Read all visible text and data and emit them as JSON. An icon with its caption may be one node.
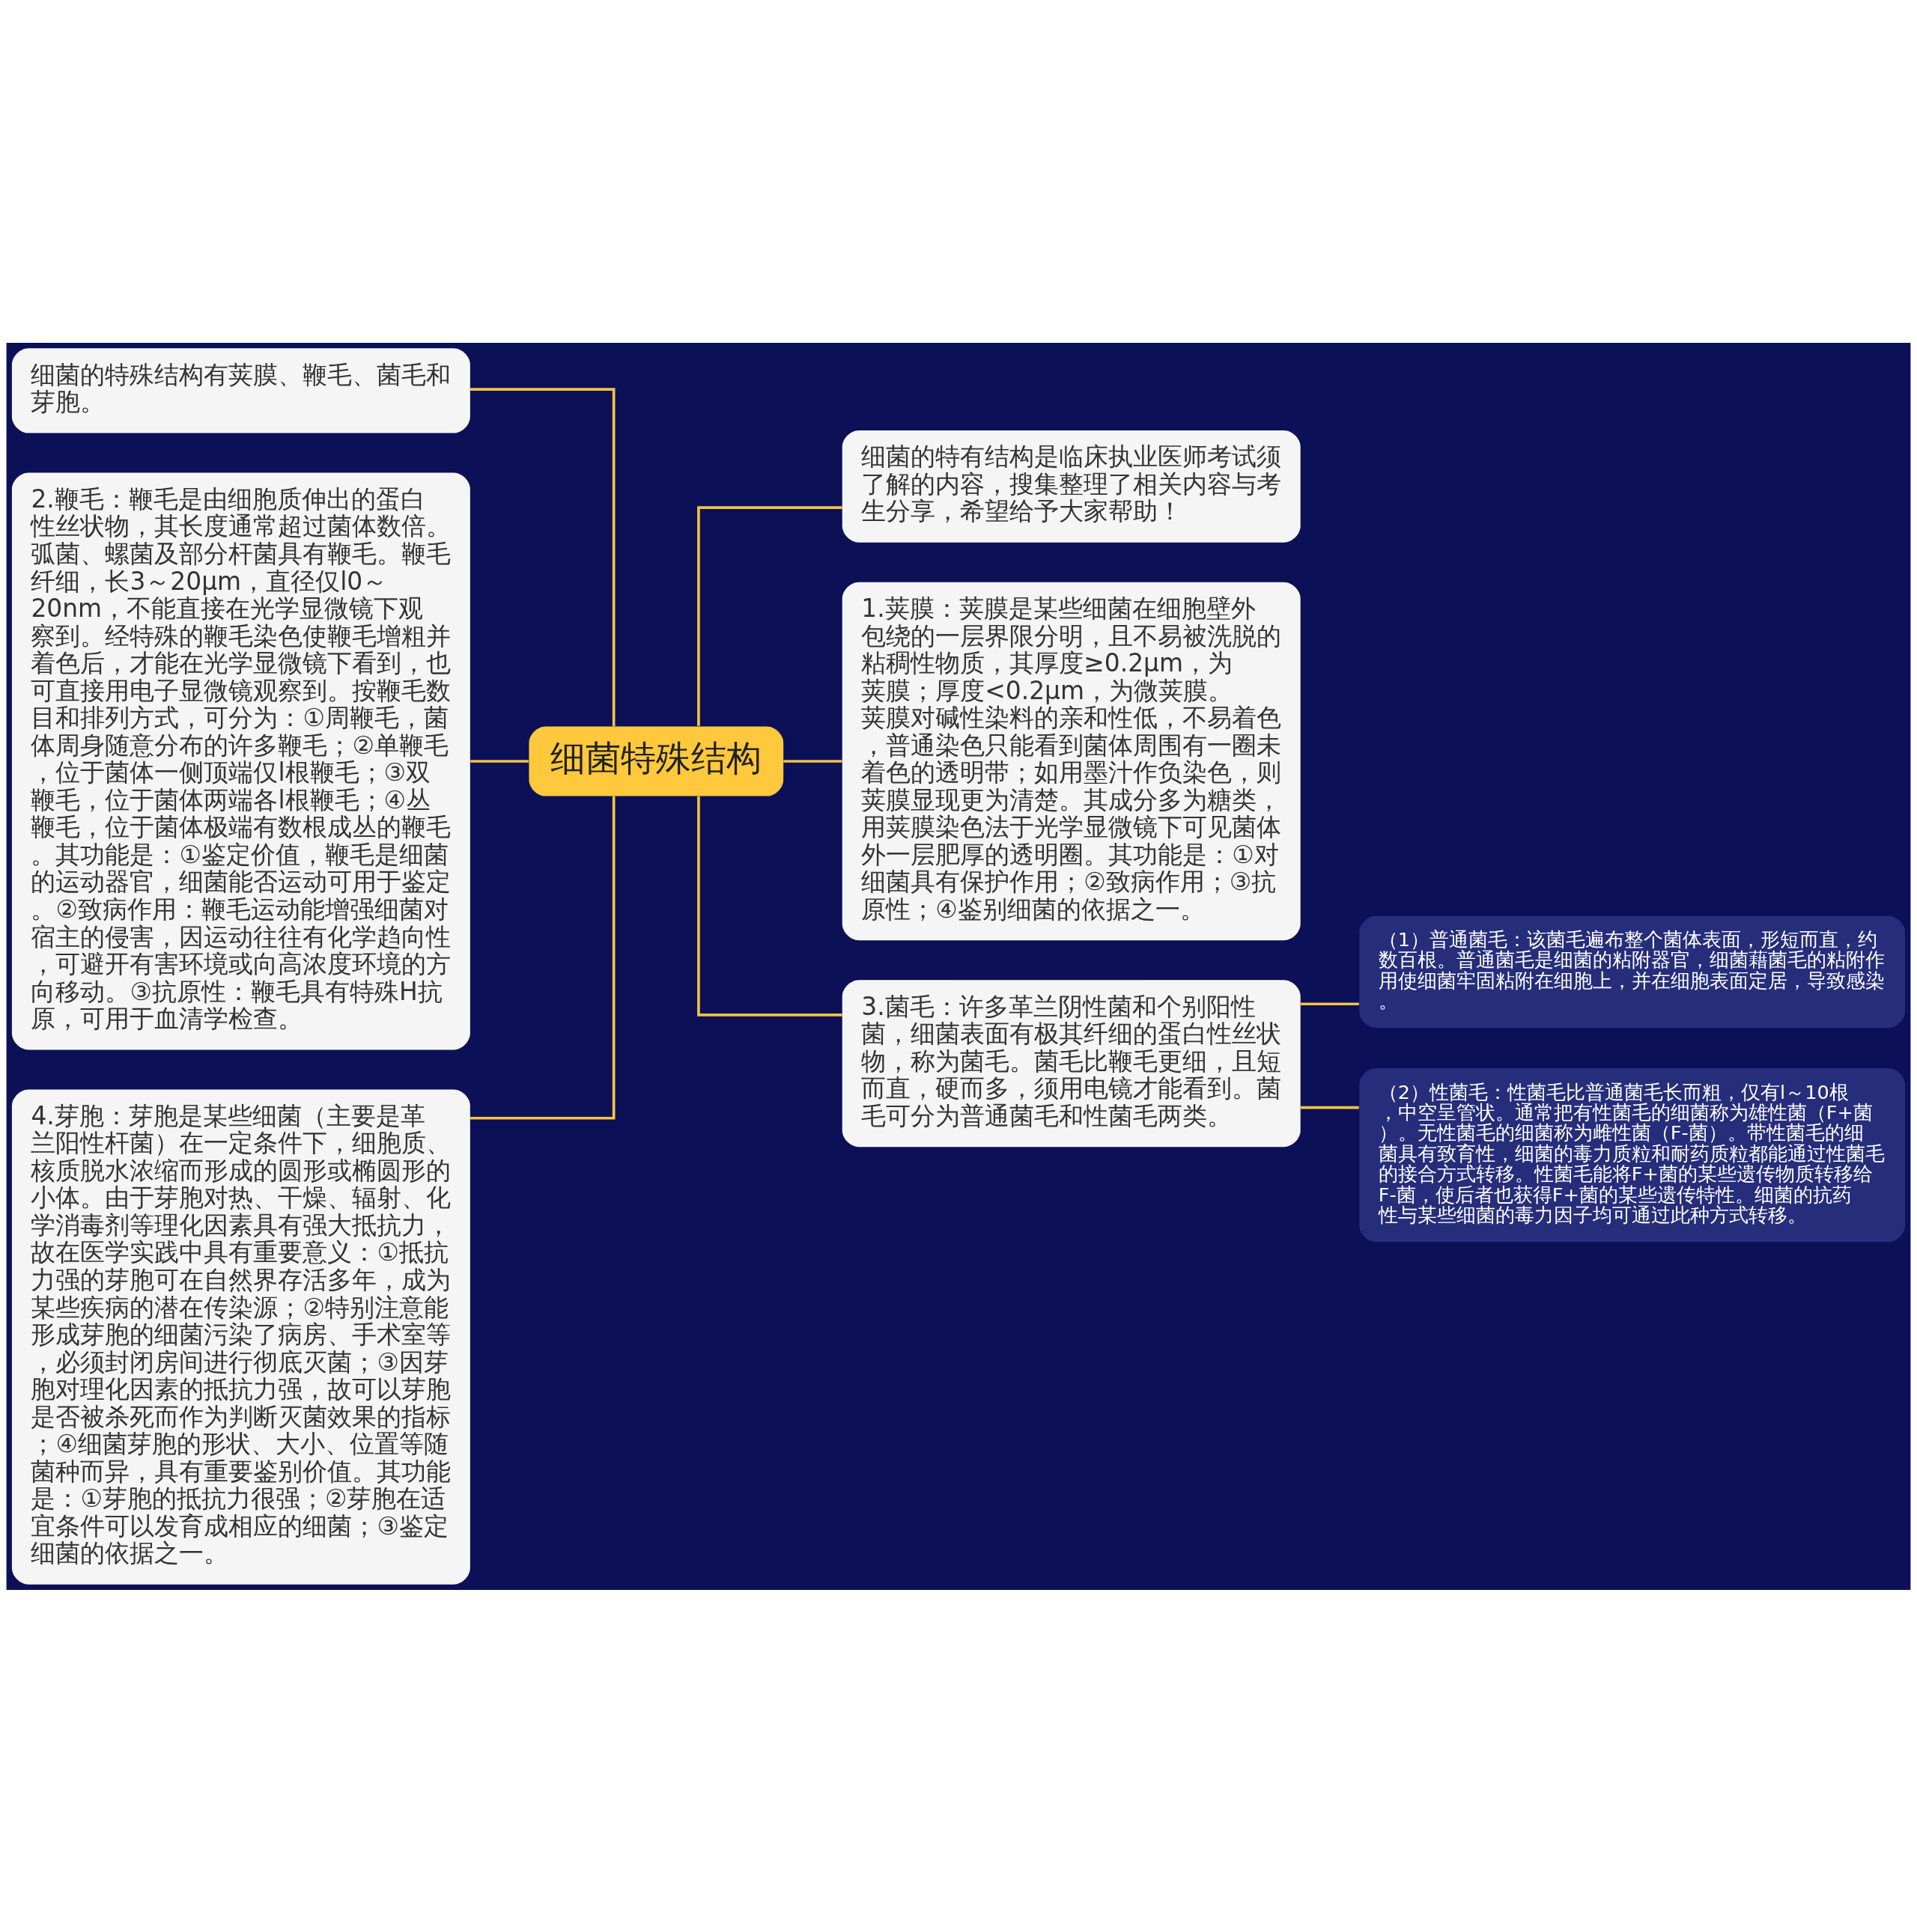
{
  "diagram": {
    "nodes": [
      {
        "text": [
          "细菌特殊结构"
        ]
      },
      {
        "text": [
          "细菌的特殊结构有荚膜、鞭毛、菌毛和芽胞。"
        ]
      },
      {
        "text": [
          "2.鞭毛：鞭毛是由细胞质伸出的蛋白性丝状物，其长度通常超过菌体数倍。弧菌、螺菌及部分杆菌具有鞭毛。鞭毛纤细，长3～20μm，直径仅l0～20nm，不能直接在光学显微镜下观察到。经特殊的鞭毛染色使鞭毛增粗并着色后，才能在光学显微镜下看到，也可直接用电子显微镜观察到。按鞭毛数目和排列方式，可分为：①周鞭毛，菌体周身随意分布的许多鞭毛；②单鞭毛，位于菌体一侧顶端仅l根鞭毛；③双鞭毛，位于菌体两端各l根鞭毛；④丛鞭毛，位于菌体极端有数根成丛的鞭毛。其功能是：①鉴定价值，鞭毛是细菌的运动器官，细菌能否运动可用于鉴定。②致病作用：鞭毛运动能增强细菌对宿主的侵害，因运动往往有化学趋向性，可避开有害环境或向高浓度环境的方向移动。③抗原性：鞭毛具有特殊H抗原，可用于血清学检查。"
        ]
      },
      {
        "text": [
          "4.芽胞：芽胞是某些细菌（主要是革兰阳性杆菌）在一定条件下，细胞质、核质脱水浓缩而形成的圆形或椭圆形的小体。由于芽胞对热、干燥、辐射、化学消毒剂等理化因素具有强大抵抗力，故在医学实践中具有重要意义：①抵抗力强的芽胞可在自然界存活多年，成为某些疾病的潜在传染源；②特别注意能形成芽胞的细菌污染了病房、手术室等，必须封闭房间进行彻底灭菌；③因芽胞对理化因素的抵抗力强，故可以芽胞是否被杀死而作为判断灭菌效果的指标；④细菌芽胞的形状、大小、位置等随菌种而异，具有重要鉴别价值。其功能是：①芽胞的抵抗力很强；②芽胞在适宜条件可以发育成相应的细菌；③鉴定细菌的依据之一。"
        ]
      },
      {
        "text": [
          "细菌的特有结构是临床执业医师考试须了解的内容，搜集整理了相关内容与考生分享，希望给予大家帮助！"
        ]
      },
      {
        "text": [
          "1.荚膜：荚膜是某些细菌在细胞壁外包绕的一层界限分明，且不易被洗脱的粘稠性物质，其厚度≥0.2μm，为荚膜；厚度<0.2μm，为微荚膜。荚膜对碱性染料的亲和性低，不易着色，普通染色只能看到菌体周围有一圈未着色的透明带；如用墨汁作负染色，则荚膜显现更为清楚。其成分多为糖类，用荚膜染色法于光学显微镜下可见菌体外一层肥厚的透明圈。其功能是：①对细菌具有保护作用；②致病作用；③抗原性；④鉴别细菌的依据之一。"
        ]
      },
      {
        "text": [
          "3.菌毛：许多革兰阴性菌和个别阳性菌，细菌表面有极其纤细的蛋白性丝状物，称为菌毛。菌毛比鞭毛更细，且短而直，硬而多，须用电镜才能看到。菌毛可分为普通菌毛和性菌毛两类。"
        ]
      },
      {
        "text": [
          "（1）普通菌毛：该菌毛遍布整个菌体表面，形短而直，约数百根。普通菌毛是细菌的粘附器官，细菌藉菌毛的粘附作用使细菌牢固粘附在细胞上，并在细胞表面定居，导致感染。"
        ]
      },
      {
        "text": [
          "（2）性菌毛：性菌毛比普通菌毛长而粗，仅有l～10根，中空呈管状。通常把有性菌毛的细菌称为雄性菌（F+菌）。无性菌毛的细菌称为雌性菌（F-菌）。带性菌毛的细菌具有致育性，细菌的毒力质粒和耐药质粒都能通过性菌毛的接合方式转移。性菌毛能将F+菌的某些遗传物质转移给F-菌，使后者也获得F+菌的某些遗传特性。细菌的抗药性与某些细菌的毒力因子均可通过此种方式转移。"
        ]
      }
    ],
    "edges": [
      {
        "from": 0,
        "to": 1,
        "arrow": "none"
      },
      {
        "from": 0,
        "to": 2,
        "arrow": "none"
      },
      {
        "from": 0,
        "to": 3,
        "arrow": "none"
      },
      {
        "from": 0,
        "to": 4,
        "arrow": "none"
      },
      {
        "from": 0,
        "to": 5,
        "arrow": "none"
      },
      {
        "from": 0,
        "to": 6,
        "arrow": "none"
      },
      {
        "from": 6,
        "to": 7,
        "arrow": "none"
      },
      {
        "from": 6,
        "to": 8,
        "arrow": "none"
      }
    ]
  }
}
